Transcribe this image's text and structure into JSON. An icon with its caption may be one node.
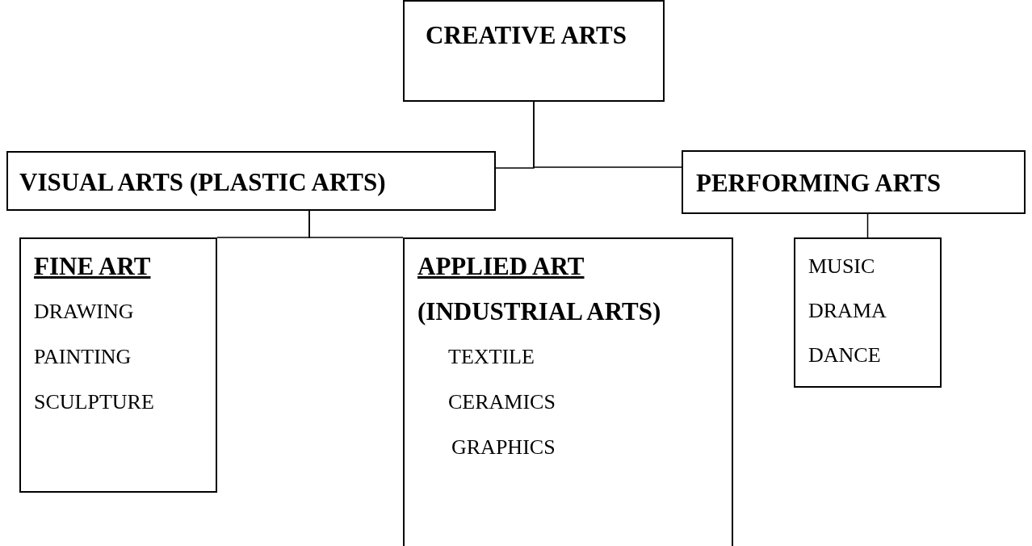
{
  "diagram": {
    "nodes": [
      {
        "text": [
          "CREATIVE ARTS"
        ]
      },
      {
        "text": [
          "VISUAL ARTS (PLASTIC ARTS)"
        ]
      },
      {
        "text": [
          "PERFORMING ARTS"
        ]
      },
      {
        "text": [
          "FINE ART",
          "DRAWING",
          "PAINTING",
          "SCULPTURE"
        ]
      },
      {
        "text": [
          "APPLIED ART",
          "(INDUSTRIAL ARTS)",
          "TEXTILE",
          "CERAMICS",
          "GRAPHICS"
        ]
      },
      {
        "text": [
          "MUSIC",
          "DRAMA",
          "DANCE"
        ]
      }
    ],
    "edges": [
      {
        "from": 0,
        "to": 1,
        "arrow": "none"
      },
      {
        "from": 0,
        "to": 2,
        "arrow": "none"
      },
      {
        "from": 1,
        "to": 3,
        "arrow": "none"
      },
      {
        "from": 1,
        "to": 4,
        "arrow": "none"
      },
      {
        "from": 2,
        "to": 5,
        "arrow": "none"
      }
    ]
  }
}
